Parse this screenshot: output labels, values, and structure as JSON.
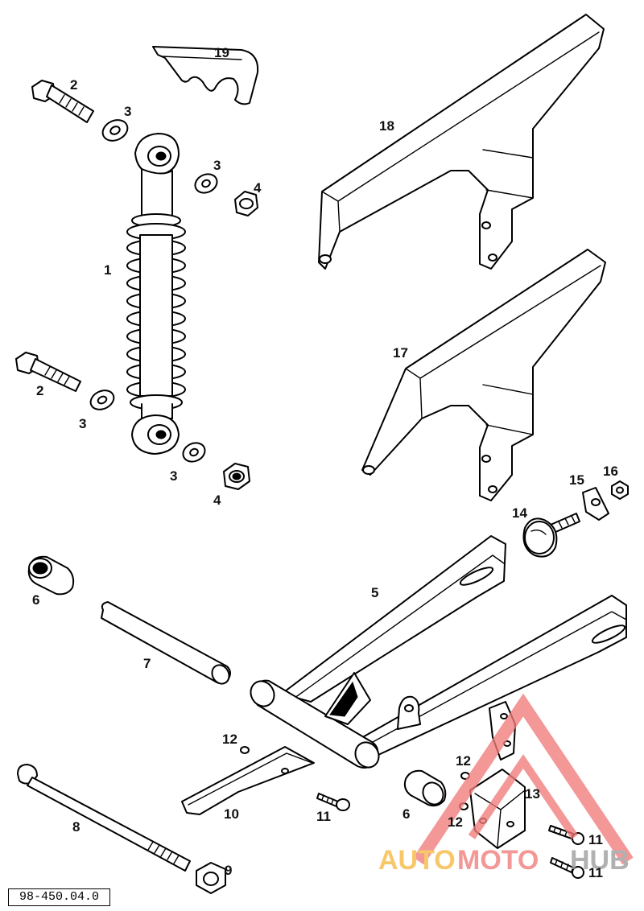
{
  "labels": {
    "p1": "1",
    "p2a": "2",
    "p2b": "2",
    "p3a": "3",
    "p3b": "3",
    "p3c": "3",
    "p3d": "3",
    "p4a": "4",
    "p4b": "4",
    "p5": "5",
    "p6a": "6",
    "p6b": "6",
    "p7": "7",
    "p8": "8",
    "p9": "9",
    "p10": "10",
    "p11a": "11",
    "p11b": "11",
    "p11c": "11",
    "p12a": "12",
    "p12b": "12",
    "p12c": "12",
    "p13": "13",
    "p14": "14",
    "p15": "15",
    "p16": "16",
    "p17": "17",
    "p18": "18",
    "p19": "19"
  },
  "reference_code": "98-450.04.0",
  "watermark": {
    "part1": "AUTO",
    "part2": "MOTO",
    "part3": "HUB",
    "color_primary": "#f5b841",
    "color_secondary": "#f07a7a",
    "color_dark": "#9c9c9c"
  }
}
